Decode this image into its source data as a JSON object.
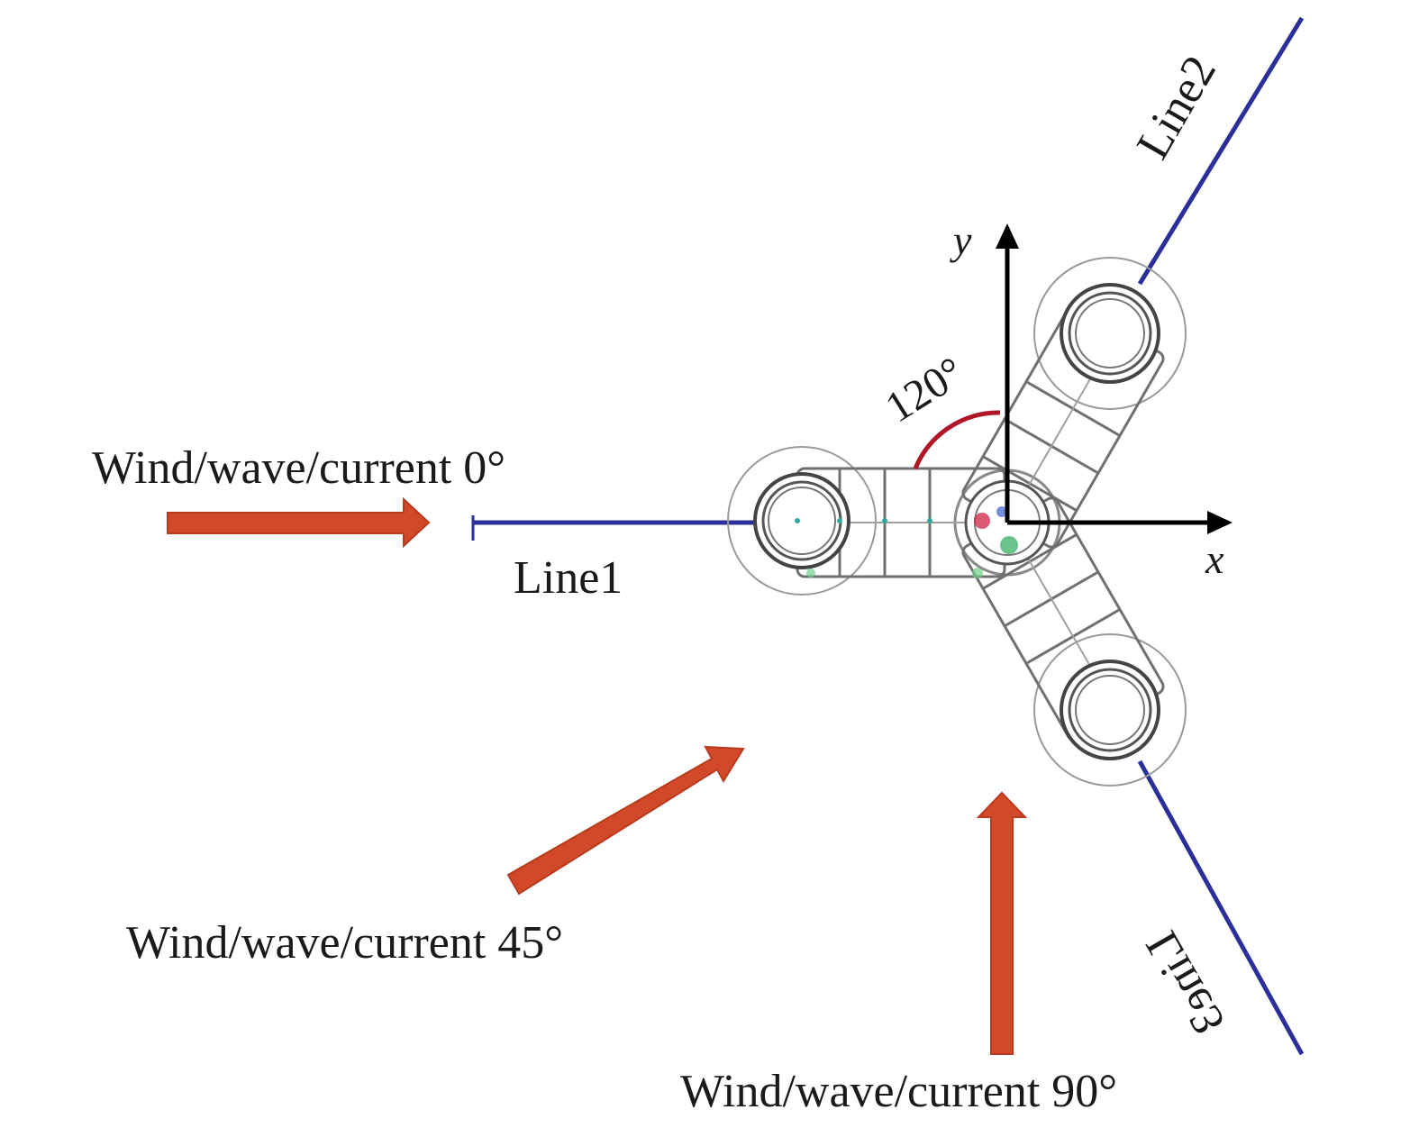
{
  "diagram": {
    "loads": [
      {
        "id": "load-0",
        "label": "Wind/wave/current 0°"
      },
      {
        "id": "load-45",
        "label": "Wind/wave/current 45°"
      },
      {
        "id": "load-90",
        "label": "Wind/wave/current 90°"
      }
    ],
    "mooring_lines": [
      {
        "id": "line1",
        "label": "Line1"
      },
      {
        "id": "line2",
        "label": "Line2"
      },
      {
        "id": "line3",
        "label": "Line3"
      }
    ],
    "axes": {
      "x_label": "x",
      "y_label": "y"
    },
    "angle_label": "120°",
    "colors": {
      "arrow_fill": "#d2492a",
      "mooring_line": "#2a2f9a",
      "structure": "#555555",
      "angle_arc": "#b0182a",
      "axis": "#000000"
    }
  }
}
